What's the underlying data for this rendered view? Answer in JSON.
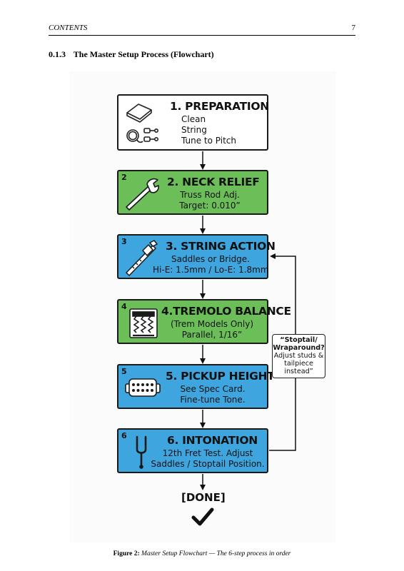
{
  "header": {
    "section": "CONTENTS",
    "page_number": "7"
  },
  "section": {
    "number": "0.1.3",
    "title": "The Master Setup Process (Flowchart)"
  },
  "flowchart": {
    "steps": [
      {
        "badge": "",
        "title": "1. PREPARATION",
        "lines": [
          "Clean",
          "String",
          "Tune to Pitch"
        ],
        "color": "#ffffff",
        "icon": "cloth-and-string-icon"
      },
      {
        "badge": "2",
        "title": "2. NECK RELIEF",
        "lines": [
          "Truss Rod Adj.",
          "Target: 0.010”"
        ],
        "color": "#6cbf58",
        "icon": "wrench-icon"
      },
      {
        "badge": "3",
        "title": "3. STRING ACTION",
        "lines": [
          "Saddles or Bridge.",
          "Hi-E: 1.5mm / Lo-E: 1.8mm"
        ],
        "color": "#3fa5de",
        "icon": "caliper-icon"
      },
      {
        "badge": "4",
        "title": "4.TREMOLO BALANCE",
        "lines": [
          "(Trem Models Only)",
          "Parallel, 1/16”"
        ],
        "color": "#6cbf58",
        "icon": "tremolo-springs-icon"
      },
      {
        "badge": "5",
        "title": "5. PICKUP HEIGHT",
        "lines": [
          "See Spec Card.",
          "Fine-tune Tone."
        ],
        "color": "#3fa5de",
        "icon": "pickup-icon"
      },
      {
        "badge": "6",
        "title": "6. INTONATION",
        "lines": [
          "12th Fret Test. Adjust",
          "Saddles / Stoptail Position."
        ],
        "color": "#3fa5de",
        "icon": "tuning-fork-icon"
      }
    ],
    "side_note": {
      "lines": [
        "“Stoptail/",
        "Wraparound?",
        "Adjust studs &",
        "tailpiece",
        "instead”"
      ]
    },
    "end_label": "[DONE]",
    "end_icon": "checkmark-icon"
  },
  "caption": {
    "label": "Figure 2:",
    "text": "Master Setup Flowchart — The 6-step process in order"
  }
}
